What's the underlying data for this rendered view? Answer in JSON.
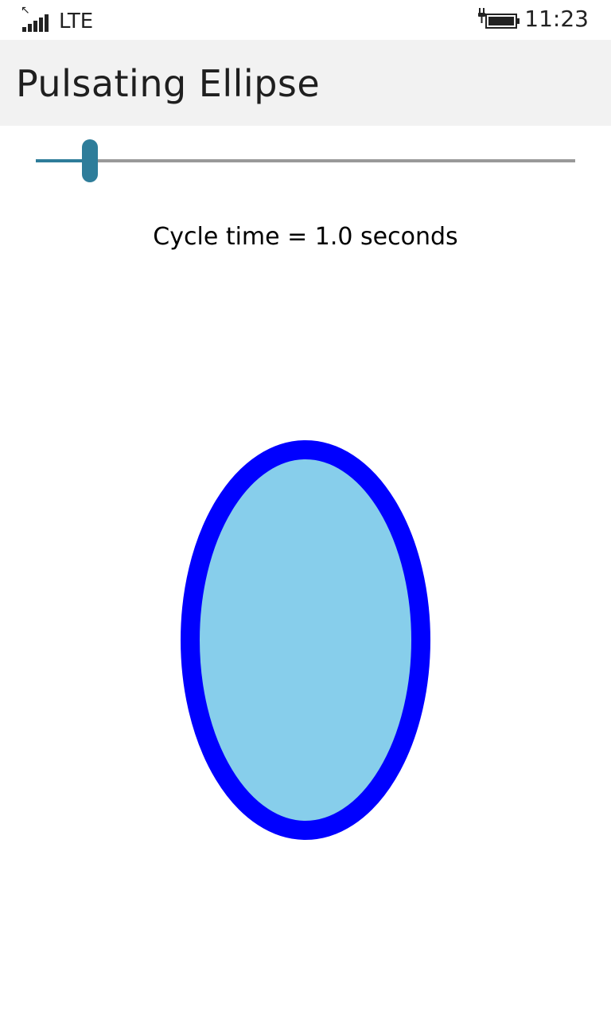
{
  "status_bar": {
    "network": "LTE",
    "time": "11:23",
    "signal_icon": "signal-bars-icon",
    "battery_icon": "battery-charging-icon"
  },
  "header": {
    "title": "Pulsating Ellipse"
  },
  "slider": {
    "value_fraction": 0.1
  },
  "cycle_label": "Cycle time = 1.0 seconds",
  "ellipse": {
    "fill": "#87CEEB",
    "stroke": "#0000FF"
  },
  "colors": {
    "accent": "#2E7D9A",
    "track": "#999999",
    "title_bar_bg": "#F2F2F2"
  }
}
